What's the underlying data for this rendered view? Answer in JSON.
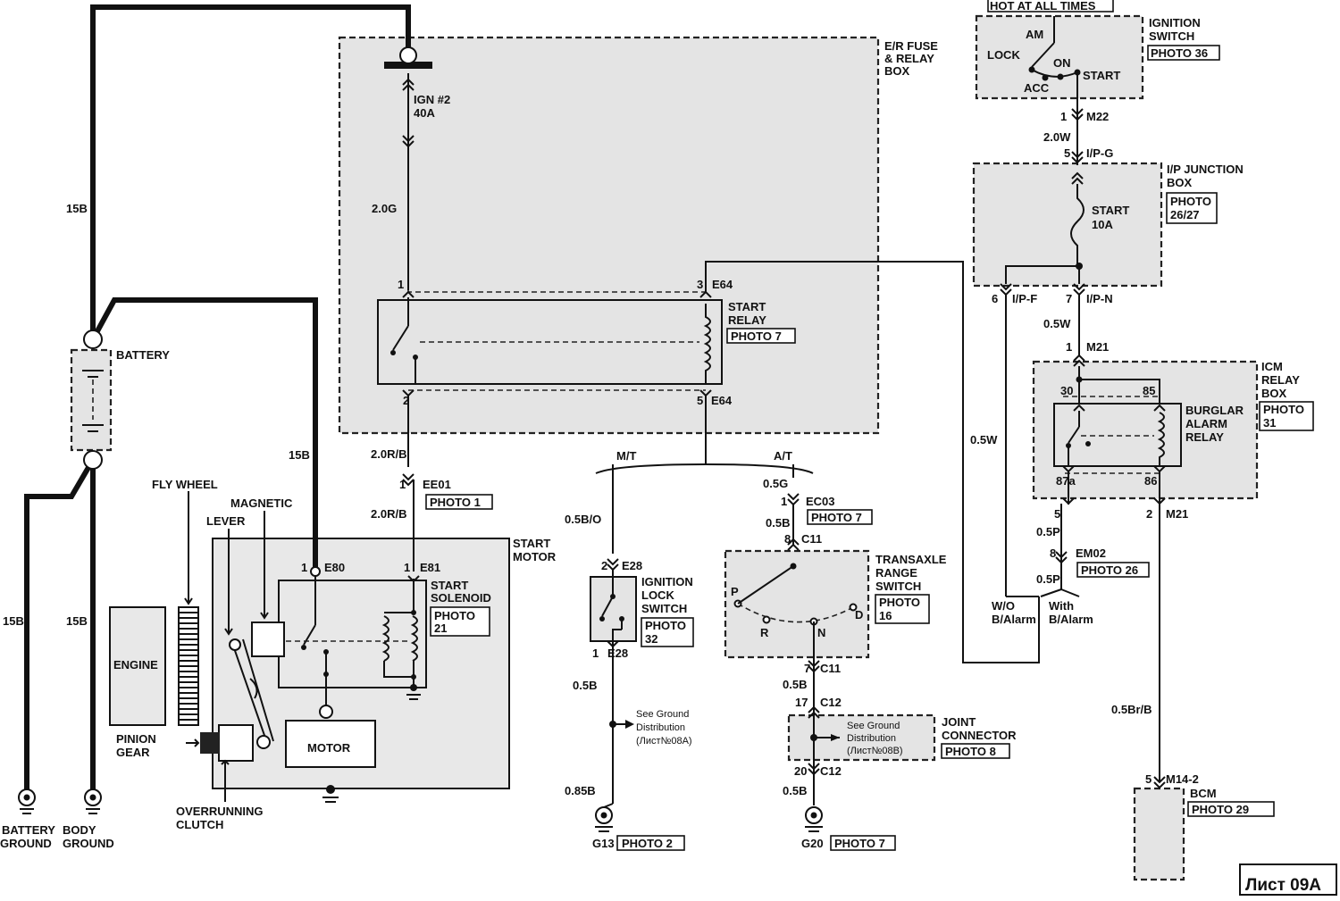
{
  "sheet": "Лист 09A",
  "hot_at_all_times": "HOT AT ALL TIMES",
  "ignition_switch": {
    "title": [
      "IGNITION",
      "SWITCH"
    ],
    "photo": "PHOTO 36",
    "am": "AM",
    "lock": "LOCK",
    "on": "ON",
    "acc": "ACC",
    "start": "START"
  },
  "m22": {
    "pin": "1",
    "code": "M22"
  },
  "wire_2_0w": "2.0W",
  "ip_g": {
    "pin": "5",
    "code": "I/P-G"
  },
  "ip_junction_box": {
    "title": [
      "I/P JUNCTION",
      "BOX"
    ],
    "photo": [
      "PHOTO",
      "26/27"
    ],
    "fuse": [
      "START",
      "10A"
    ]
  },
  "ip_f": {
    "pin": "6",
    "code": "I/P-F"
  },
  "ip_n": {
    "pin": "7",
    "code": "I/P-N"
  },
  "wire_0_5w_a": "0.5W",
  "wire_0_5w_b": "0.5W",
  "m21_top": {
    "pin": "1",
    "code": "M21"
  },
  "icm_relay_box": {
    "title": [
      "ICM",
      "RELAY",
      "BOX"
    ],
    "photo": [
      "PHOTO",
      "31"
    ]
  },
  "burglar_alarm_relay": {
    "title": [
      "BURGLAR",
      "ALARM",
      "RELAY"
    ],
    "p30": "30",
    "p85": "85",
    "p87a": "87a",
    "p86": "86"
  },
  "m21_bottom": {
    "pin5": "5",
    "pin2": "2",
    "code": "M21"
  },
  "wire_0_5p_a": "0.5P",
  "em02": {
    "pin": "8",
    "code": "EM02",
    "photo": "PHOTO 26"
  },
  "wire_0_5p_b": "0.5P",
  "wo_alarm": [
    "W/O",
    "B/Alarm"
  ],
  "with_alarm": [
    "With",
    "B/Alarm"
  ],
  "wire_0_5br_b": "0.5Br/B",
  "m14_2": {
    "pin": "5",
    "code": "M14-2"
  },
  "bcm": {
    "title": "BCM",
    "photo": "PHOTO 29"
  },
  "er_fuse_relay_box": {
    "title": [
      "E/R FUSE",
      "& RELAY",
      "BOX"
    ]
  },
  "ign2_fuse": [
    "IGN #2",
    "40A"
  ],
  "wire_2_0g": "2.0G",
  "start_relay": {
    "title": [
      "START",
      "RELAY"
    ],
    "photo": "PHOTO 7",
    "pin1": "1",
    "pin2": "2",
    "pin3": "3",
    "pin5": "5",
    "e64_top": "E64",
    "e64_bottom": "E64"
  },
  "wire_2_0rb_a": "2.0R/B",
  "ee01": {
    "pin": "1",
    "code": "EE01",
    "photo": "PHOTO 1"
  },
  "wire_2_0rb_b": "2.0R/B",
  "start_motor": {
    "title": [
      "START",
      "MOTOR"
    ],
    "e80_pin": "1",
    "e80": "E80",
    "e81_pin": "1",
    "e81": "E81",
    "solenoid": [
      "START",
      "SOLENOID"
    ],
    "photo": [
      "PHOTO",
      "21"
    ],
    "motor": "MOTOR"
  },
  "battery": "BATTERY",
  "wire_15b_top": "15B",
  "wire_15b_mid": "15B",
  "wire_15b_left": "15B",
  "wire_15b_body": "15B",
  "battery_ground": [
    "BATTERY",
    "GROUND"
  ],
  "body_ground": [
    "BODY",
    "GROUND"
  ],
  "fly_wheel": "FLY WHEEL",
  "magnetic": "MAGNETIC",
  "lever": "LEVER",
  "engine": "ENGINE",
  "pinion_gear": [
    "PINION",
    "GEAR"
  ],
  "overrunning_clutch": [
    "OVERRUNNING",
    "CLUTCH"
  ],
  "mt": "M/T",
  "at": "A/T",
  "wire_0_5bo": "0.5B/O",
  "e28_top": {
    "pin": "2",
    "code": "E28"
  },
  "ignition_lock_switch": {
    "title": [
      "IGNITION",
      "LOCK",
      "SWITCH"
    ],
    "photo": [
      "PHOTO",
      "32"
    ]
  },
  "e28_bottom": {
    "pin": "1",
    "code": "E28"
  },
  "wire_0_5b_a": "0.5B",
  "see_ground_a": [
    "See Ground",
    "Distribution",
    "(Лист№08A)"
  ],
  "wire_0_85b": "0.85B",
  "g13": {
    "code": "G13",
    "photo": "PHOTO 2"
  },
  "wire_0_5g": "0.5G",
  "ec03": {
    "pin": "1",
    "code": "EC03",
    "photo": "PHOTO 7"
  },
  "wire_0_5b_b": "0.5B",
  "c11_top": {
    "pin": "8",
    "code": "C11"
  },
  "transaxle_range_switch": {
    "title": [
      "TRANSAXLE",
      "RANGE",
      "SWITCH"
    ],
    "photo": [
      "PHOTO",
      "16"
    ],
    "p": "P",
    "r": "R",
    "n": "N",
    "d": "D"
  },
  "c11_bottom": {
    "pin": "7",
    "code": "C11"
  },
  "wire_0_5b_c": "0.5B",
  "c12_top": {
    "pin": "17",
    "code": "C12"
  },
  "see_ground_b": [
    "See Ground",
    "Distribution",
    "(Лист№08B)"
  ],
  "joint_connector": {
    "title": [
      "JOINT",
      "CONNECTOR"
    ],
    "photo": "PHOTO 8"
  },
  "c12_bottom": {
    "pin": "20",
    "code": "C12"
  },
  "wire_0_5b_d": "0.5B",
  "g20": {
    "code": "G20",
    "photo": "PHOTO 7"
  }
}
